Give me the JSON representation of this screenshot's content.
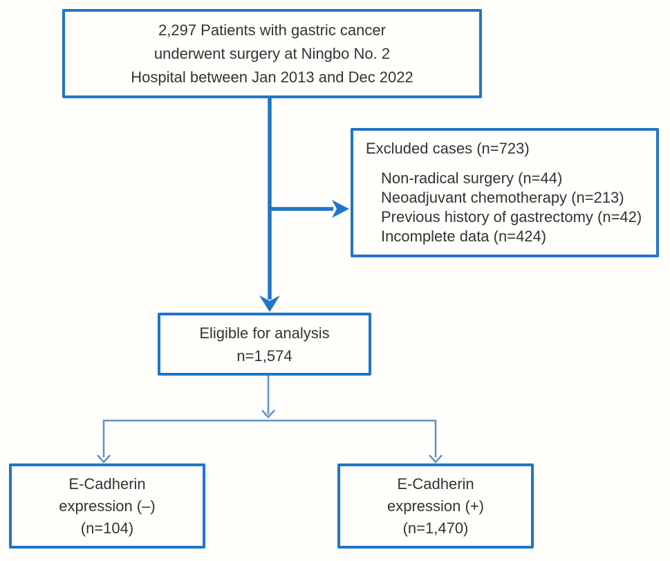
{
  "diagram": {
    "kind": "patient-selection-flowchart",
    "boxes": {
      "enrollment": {
        "lines": [
          "2,297 Patients with gastric cancer",
          "underwent surgery at Ningbo No. 2",
          "Hospital between Jan 2013 and Dec 2022"
        ]
      },
      "excluded": {
        "heading": "Excluded cases (n=723)",
        "items": [
          "Non-radical surgery (n=44)",
          "Neoadjuvant chemotherapy (n=213)",
          "Previous history of gastrectomy (n=42)",
          "Incomplete data (n=424)"
        ]
      },
      "eligible": {
        "lines": [
          "Eligible for analysis",
          "n=1,574"
        ]
      },
      "ecadherin_negative": {
        "lines": [
          "E-Cadherin",
          "expression (–)",
          "(n=104)"
        ]
      },
      "ecadherin_positive": {
        "lines": [
          "E-Cadherin",
          "expression (+)",
          "(n=1,470)"
        ]
      }
    },
    "edges": [
      {
        "from": "enrollment",
        "to": "eligible",
        "style": "thick-solid-arrow"
      },
      {
        "from": "enrollment",
        "to": "excluded",
        "style": "thick-solid-arrow"
      },
      {
        "from": "eligible",
        "to": "ecadherin_negative",
        "style": "thin-open-arrow"
      },
      {
        "from": "eligible",
        "to": "ecadherin_positive",
        "style": "thin-open-arrow"
      }
    ],
    "colors": {
      "box_border": "#1f75c8",
      "thick_arrow": "#1f75c8",
      "thin_arrow": "#5e92c7",
      "text": "#333333",
      "background": "#fffefb"
    }
  }
}
